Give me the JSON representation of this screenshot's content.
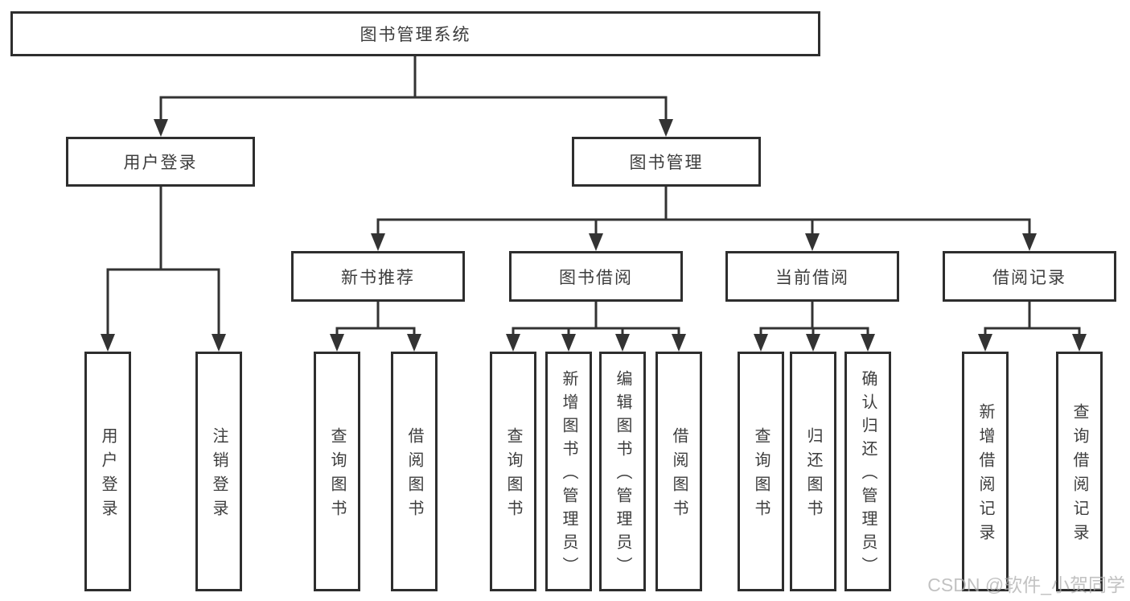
{
  "diagram_type": "hierarchy-tree",
  "tree": {
    "label": "图书管理系统",
    "children": [
      {
        "label": "用户登录",
        "children": [
          {
            "label": "用户登录"
          },
          {
            "label": "注销登录"
          }
        ]
      },
      {
        "label": "图书管理",
        "children": [
          {
            "label": "新书推荐",
            "children": [
              {
                "label": "查询图书"
              },
              {
                "label": "借阅图书"
              }
            ]
          },
          {
            "label": "图书借阅",
            "children": [
              {
                "label": "查询图书"
              },
              {
                "label": "新增图书（管理员）"
              },
              {
                "label": "编辑图书（管理员）"
              },
              {
                "label": "借阅图书"
              }
            ]
          },
          {
            "label": "当前借阅",
            "children": [
              {
                "label": "查询图书"
              },
              {
                "label": "归还图书"
              },
              {
                "label": "确认归还（管理员）"
              }
            ]
          },
          {
            "label": "借阅记录",
            "children": [
              {
                "label": "新增借阅记录"
              },
              {
                "label": "查询借阅记录"
              }
            ]
          }
        ]
      }
    ]
  },
  "watermark": "CSDN @软件_小贺同学",
  "colors": {
    "line": "#333333",
    "border": "#2e2e2e",
    "text": "#3d3d3d",
    "watermark": "#aeaeae",
    "background": "#ffffff"
  }
}
